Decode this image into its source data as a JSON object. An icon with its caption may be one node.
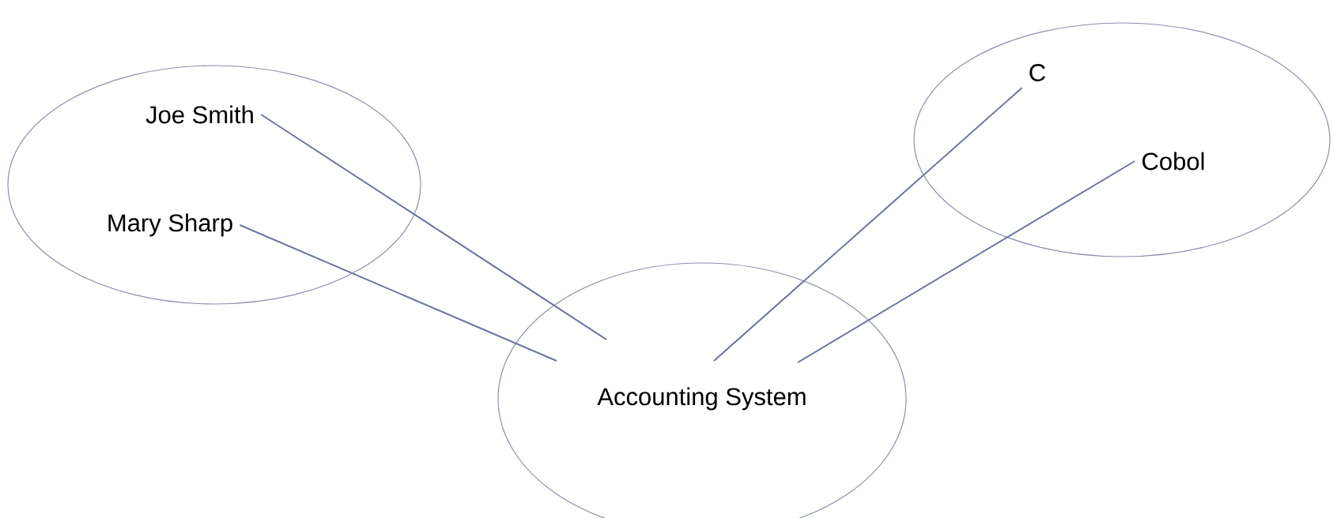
{
  "diagram": {
    "nodes": [
      {
        "text": [],
        "shape": "ellipse"
      },
      {
        "text": [
          "Joe Smith"
        ],
        "in": 0
      },
      {
        "text": [
          "Mary Sharp"
        ],
        "in": 0
      },
      {
        "text": [
          "Accounting System"
        ]
      },
      {
        "text": [],
        "shape": "ellipse"
      },
      {
        "text": [
          "C"
        ],
        "in": 4
      },
      {
        "text": [
          "Cobol"
        ],
        "in": 4
      }
    ],
    "edges": [
      {
        "from": 1,
        "to": 3,
        "arrow": "none"
      },
      {
        "from": 2,
        "to": 3,
        "arrow": "none"
      },
      {
        "from": 5,
        "to": 3,
        "arrow": "none"
      },
      {
        "from": 6,
        "to": 3,
        "arrow": "none"
      }
    ]
  }
}
